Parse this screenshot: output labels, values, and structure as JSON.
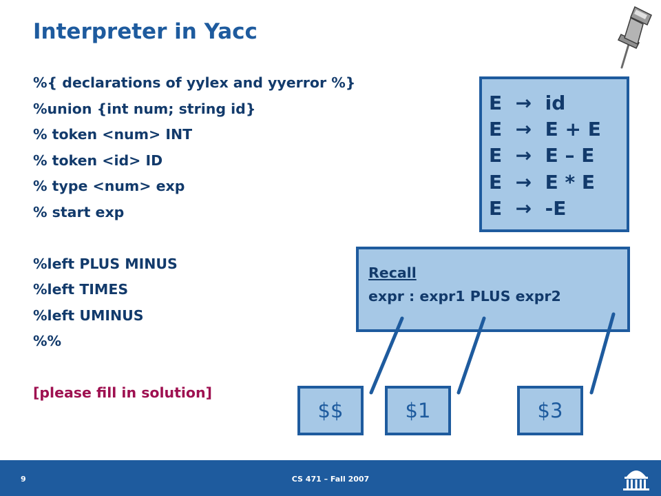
{
  "title": "Interpreter in Yacc",
  "code_lines": [
    "%{ declarations of yylex and yyerror %}",
    "%union {int num; string id}",
    "% token <num> INT",
    "% token <id> ID",
    "% type <num> exp",
    "% start exp",
    "",
    "%left PLUS MINUS",
    "%left TIMES",
    "%left UMINUS",
    "%%",
    "",
    "[please fill in solution]"
  ],
  "grammar_rules": [
    {
      "lhs": "E",
      "arrow": "→",
      "rhs": "id"
    },
    {
      "lhs": "E",
      "arrow": "→",
      "rhs": "E + E"
    },
    {
      "lhs": "E",
      "arrow": "→",
      "rhs": "E – E"
    },
    {
      "lhs": "E",
      "arrow": "→",
      "rhs": "E * E"
    },
    {
      "lhs": "E",
      "arrow": "→",
      "rhs": "-E"
    }
  ],
  "recall": {
    "heading": "Recall",
    "expression": "expr : expr1 PLUS expr2"
  },
  "dollar_boxes": [
    "$$",
    "$1",
    "$3"
  ],
  "footer": {
    "page_number": "9",
    "course": "CS 471 – Fall 2007"
  },
  "colors": {
    "title": "#1e5b9e",
    "text": "#123a6b",
    "solution": "#9e1050",
    "box_fill": "#a6c8e6",
    "box_border": "#1e5b9e",
    "footer_bar": "#1e5b9e"
  },
  "icons": [
    "pushpin-icon",
    "rotunda-logo-icon"
  ]
}
